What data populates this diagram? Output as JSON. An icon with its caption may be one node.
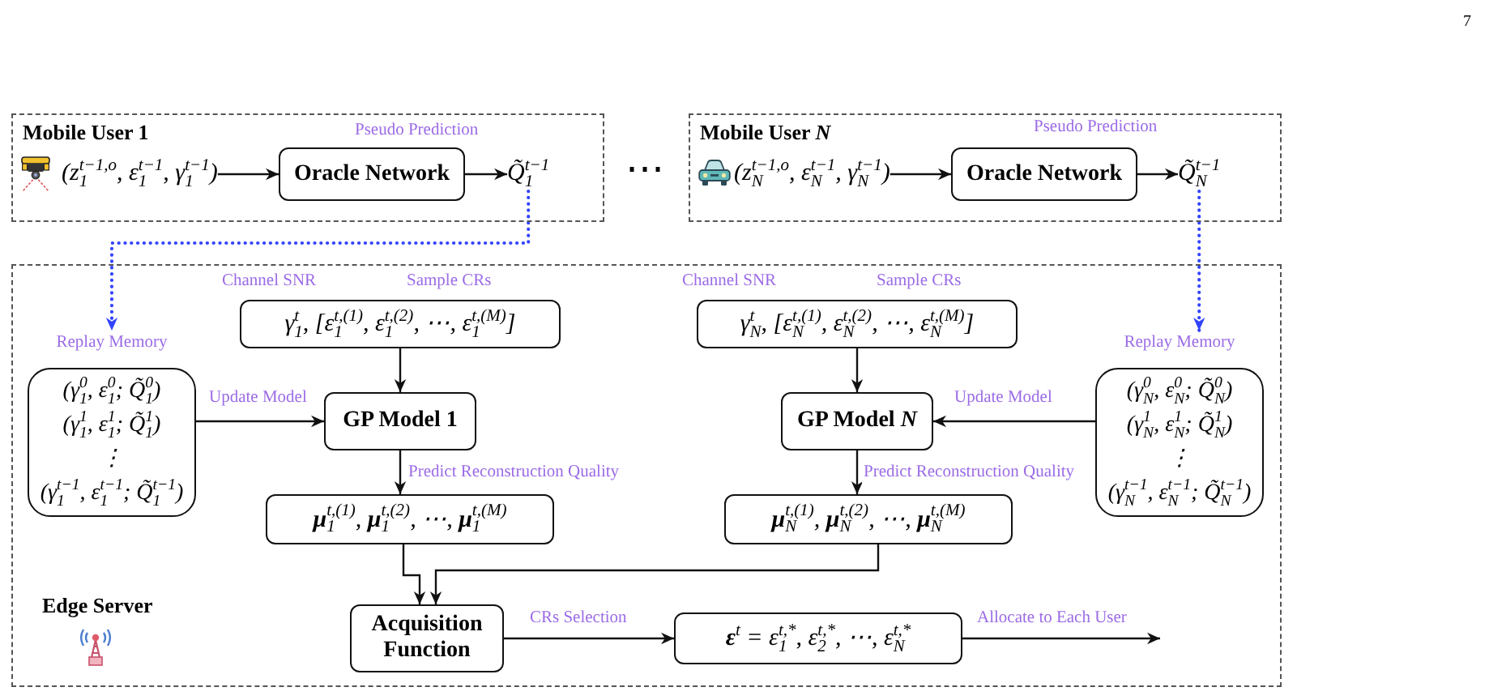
{
  "diagram": {
    "nodes": [
      {
        "text": [
          "Mobile User 1"
        ]
      },
      {
        "text": [
          "(z$_{1}$$^{t−1,o}$, ε$_{1}$$^{t−1}$, γ$_{1}$$^{t−1}$)"
        ],
        "in": 0
      },
      {
        "text": [
          "Oracle Network"
        ],
        "in": 0
      },
      {
        "text": [
          "Q̃$_{1}$$^{t−1}$"
        ],
        "in": 0
      },
      {
        "text": [
          "Mobile User *N*"
        ]
      },
      {
        "text": [
          "(z$_{N}$$^{t−1,o}$, ε$_{N}$$^{t−1}$, γ$_{N}$$^{t−1}$)"
        ],
        "in": 4
      },
      {
        "text": [
          "Oracle Network"
        ],
        "in": 4
      },
      {
        "text": [
          "Q̃$_{N}$$^{t−1}$"
        ],
        "in": 4
      },
      {
        "text": [
          "Edge Server"
        ]
      },
      {
        "text": [
          "Replay Memory",
          "(γ$_{1}$$^{0}$, ε$_{1}$$^{0}$; Q̃$_{1}$$^{0}$)",
          "(γ$_{1}$$^{1}$, ε$_{1}$$^{1}$; Q̃$_{1}$$^{1}$)",
          "⋮",
          "(γ$_{1}$$^{t−1}$, ε$_{1}$$^{t−1}$; Q̃$_{1}$$^{t−1}$)"
        ],
        "in": 8
      },
      {
        "text": [
          "γ$_{1}$$^{t}$, [ε$_{1}$$^{t,(1)}$, ε$_{1}$$^{t,(2)}$, ⋯, ε$_{1}$$^{t,(M)}$]"
        ],
        "beside": [
          "Channel SNR",
          "Sample CRs"
        ],
        "in": 8
      },
      {
        "text": [
          "GP Model 1"
        ],
        "in": 8
      },
      {
        "text": [
          "**μ**$_{1}$$^{t,(1)}$, **μ**$_{1}$$^{t,(2)}$, ⋯, **μ**$_{1}$$^{t,(M)}$"
        ],
        "in": 8
      },
      {
        "text": [
          "γ$_{N}$$^{t}$, [ε$_{N}$$^{t,(1)}$, ε$_{N}$$^{t,(2)}$, ⋯, ε$_{N}$$^{t,(M)}$]"
        ],
        "beside": [
          "Channel SNR",
          "Sample CRs"
        ],
        "in": 8
      },
      {
        "text": [
          "GP Model *N*"
        ],
        "in": 8
      },
      {
        "text": [
          "**μ**$_{N}$$^{t,(1)}$, **μ**$_{N}$$^{t,(2)}$, ⋯, **μ**$_{N}$$^{t,(M)}$"
        ],
        "in": 8
      },
      {
        "text": [
          "Replay Memory",
          "(γ$_{N}$$^{0}$, ε$_{N}$$^{0}$; Q̃$_{N}$$^{0}$)",
          "(γ$_{N}$$^{1}$, ε$_{N}$$^{1}$; Q̃$_{N}$$^{1}$)",
          "⋮",
          "(γ$_{N}$$^{t−1}$, ε$_{N}$$^{t−1}$; Q̃$_{N}$$^{t−1}$)"
        ],
        "in": 8
      },
      {
        "text": [
          "Acquisition Function"
        ],
        "in": 8
      },
      {
        "text": [
          "**ε**$^{t}$ = ε$_{1}$$^{t,*}$, ε$_{2}$$^{t,*}$, ⋯, ε$_{N}$$^{t,*}$"
        ],
        "in": 8
      }
    ],
    "edges": [
      {
        "from": 1,
        "to": 2,
        "arrow": "to"
      },
      {
        "from": 2,
        "to": 3,
        "arrow": "to",
        "label": "Pseudo Prediction"
      },
      {
        "from": 3,
        "to": 9,
        "arrow": "to",
        "style": "dashed",
        "color": "#3344ff"
      },
      {
        "from": 5,
        "to": 6,
        "arrow": "to"
      },
      {
        "from": 6,
        "to": 7,
        "arrow": "to",
        "label": "Pseudo Prediction"
      },
      {
        "from": 7,
        "to": 16,
        "arrow": "to",
        "style": "dashed",
        "color": "#3344ff"
      },
      {
        "from": 10,
        "to": 11,
        "arrow": "to"
      },
      {
        "from": 9,
        "to": 11,
        "arrow": "to",
        "label": "Update Model"
      },
      {
        "from": 11,
        "to": 12,
        "arrow": "to",
        "label": "Predict Reconstruction Quality"
      },
      {
        "from": 13,
        "to": 14,
        "arrow": "to"
      },
      {
        "from": 16,
        "to": 14,
        "arrow": "to",
        "label": "Update Model"
      },
      {
        "from": 14,
        "to": 15,
        "arrow": "to",
        "label": "Predict Reconstruction Quality"
      },
      {
        "from": 12,
        "to": 17,
        "arrow": "to"
      },
      {
        "from": 15,
        "to": 17,
        "arrow": "to"
      },
      {
        "from": 17,
        "to": 18,
        "arrow": "to",
        "label": "CRs Selection"
      },
      {
        "from": 18,
        "to": null,
        "arrow": "to",
        "label": "Allocate to Each User"
      }
    ],
    "labels": [
      "7",
      "⋯"
    ]
  }
}
